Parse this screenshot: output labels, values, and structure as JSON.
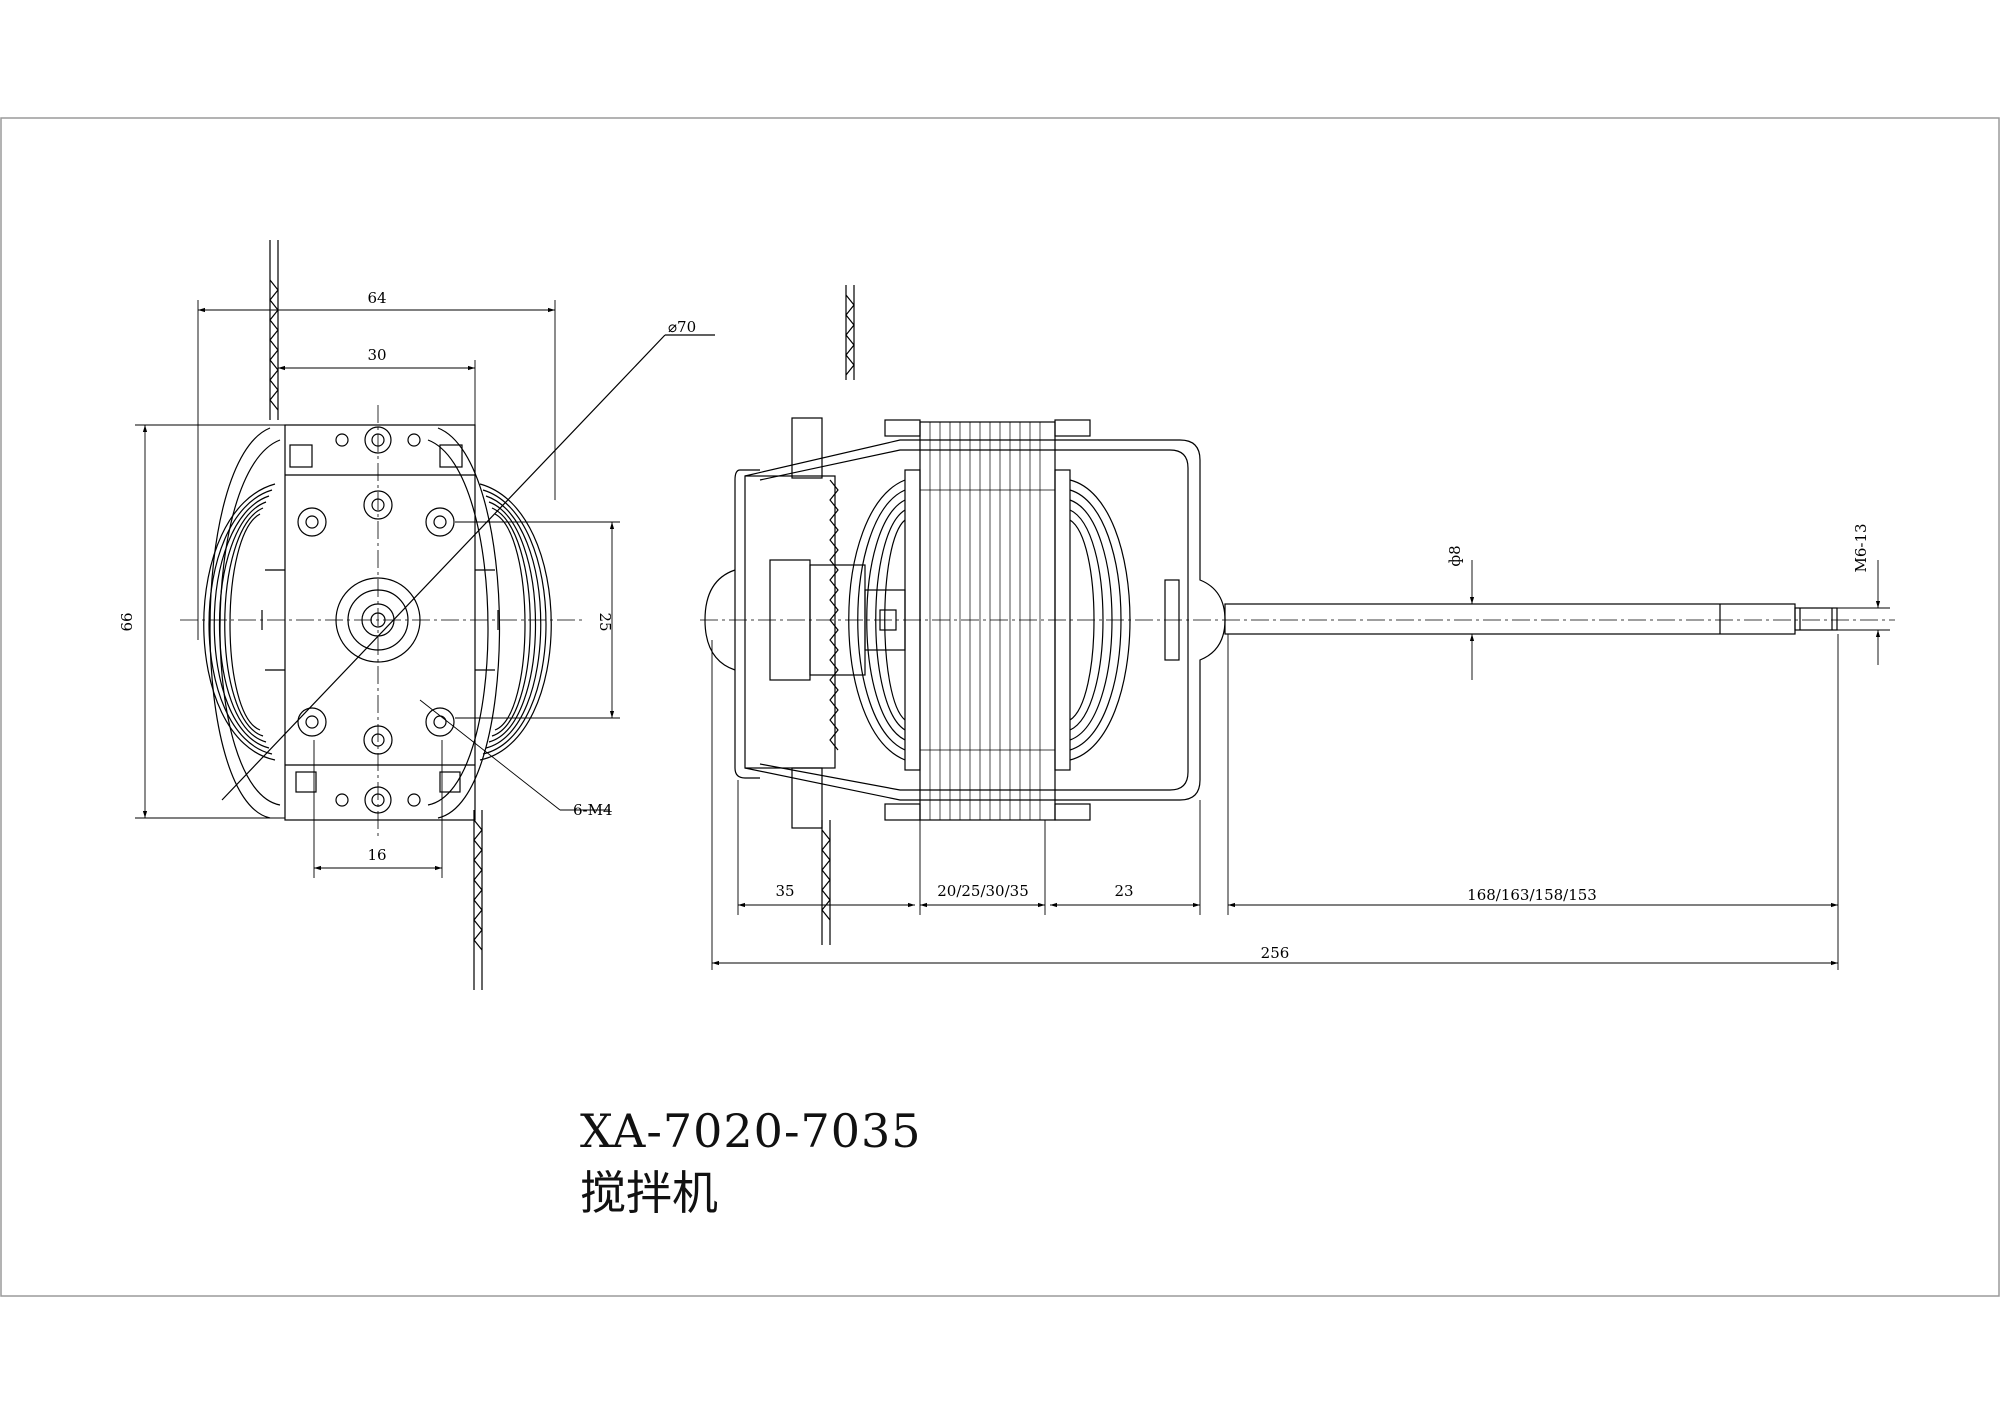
{
  "drawing": {
    "model": "XA-7020-7035",
    "name": "搅拌机"
  },
  "front_view": {
    "dims": {
      "width_outer": "64",
      "width_inner": "30",
      "diameter": "⌀70",
      "height": "66",
      "hole_spacing": "25",
      "bottom_width": "16",
      "holes": "6-M4"
    }
  },
  "side_view": {
    "dims": {
      "rear": "35",
      "stack": "20/25/30/35",
      "front": "23",
      "shaft": "168/163/158/153",
      "overall": "256",
      "shaft_dia": "ф8",
      "thread": "M6-13"
    }
  },
  "colors": {
    "line": "#000000",
    "frame": "#9a9a9a"
  }
}
